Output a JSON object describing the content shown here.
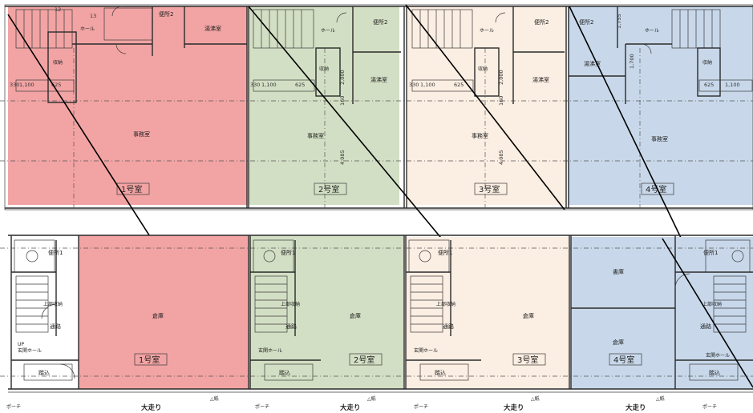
{
  "colors": {
    "unit1": "#f2a3a3",
    "unit2": "#d3dfc4",
    "unit3": "#fbeee2",
    "unit4": "#c8d8ea"
  },
  "upper_floor": {
    "room_labels": {
      "office": "事務室",
      "toilet": "便所2",
      "kitchen": "湯沸室",
      "hall": "ホール",
      "storage": "収納"
    },
    "unit_labels": [
      "1号室",
      "2号室",
      "3号室",
      "4号室"
    ],
    "dimensions": {
      "d1100": "1,100",
      "d625": "625",
      "d2000": "2,000",
      "d160": "160",
      "d4085": "4,085",
      "d1700": "1,700",
      "d1755": "1,755",
      "d12": "12",
      "d13": "13",
      "d330": "330"
    }
  },
  "lower_floor": {
    "room_labels": {
      "warehouse": "倉庫",
      "toilet": "便所1",
      "entrance_hall": "玄関ホール",
      "passage": "通路",
      "storage_below": "上部収納",
      "step": "踏込",
      "study": "書庫",
      "porch": "ポーチ",
      "up": "UP"
    },
    "unit_labels": [
      "1号室",
      "2号室",
      "3号室",
      "4号室"
    ],
    "corridor": "大走り",
    "note": "△紙"
  }
}
